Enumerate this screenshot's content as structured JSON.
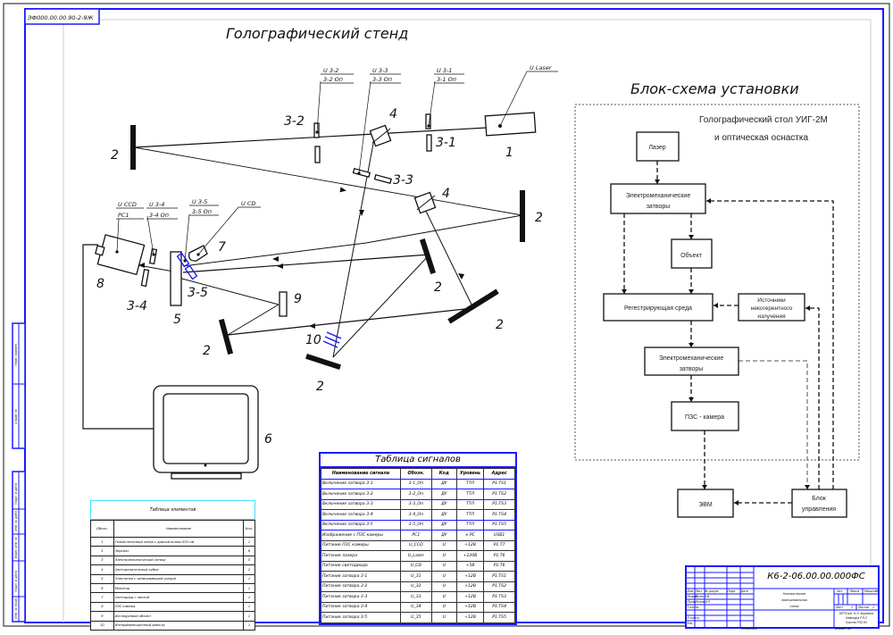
{
  "drawing": {
    "code_corner": "ЭФ000.00.00.90-2-9Ж",
    "left_title": "Голографический стенд",
    "right_title": "Блок-схема установки",
    "document_code": "К6-2-06.00.00.000ФС"
  },
  "stand": {
    "signal_labels": [
      {
        "top": "U 3-2",
        "bottom": "3-2 Оп"
      },
      {
        "top": "U 3-3",
        "bottom": "3-3 Оп"
      },
      {
        "top": "U 3-1",
        "bottom": "3-1 Оп"
      },
      {
        "top": "U Laser",
        "bottom": ""
      },
      {
        "top": "U CCD",
        "bottom": "PC1"
      },
      {
        "top": "U 3-4",
        "bottom": "3-4 Оп"
      },
      {
        "top": "U 3-5",
        "bottom": "3-5 Оп"
      },
      {
        "top": "U CD",
        "bottom": ""
      }
    ],
    "component_numbers": {
      "laser": "1",
      "mirror": "2",
      "shutter_1": "3-1",
      "shutter_2": "3-2",
      "shutter_3": "3-3",
      "shutter_4": "3-4",
      "shutter_5": "3-5",
      "splitter": "4",
      "recording_medium": "5",
      "monitor": "6",
      "led": "7",
      "ccd_camera": "8",
      "object": "9",
      "filter": "10"
    }
  },
  "block_diagram": {
    "table_title_line1": "Голографический стол УИГ-2М",
    "table_title_line2": "и оптическая оснастка",
    "blocks": {
      "laser": "Лазер",
      "shutters_top_1": "Электромеханические",
      "shutters_top_2": "затворы",
      "object": "Объект",
      "recording": "Регестрирующая среда",
      "incoherent_1": "Источники",
      "incoherent_2": "некогерентного",
      "incoherent_3": "излучения",
      "shutters_bottom_1": "Электромеханические",
      "shutters_bottom_2": "затворы",
      "ccd": "ПЗС - камера",
      "computer": "ЭВМ",
      "control_1": "Блок",
      "control_2": "управления"
    }
  },
  "signal_table": {
    "title": "Таблица сигналов",
    "headers": [
      "Наименование сигнала",
      "Обозн.",
      "Код",
      "Уровень",
      "Адрес"
    ],
    "rows": [
      [
        "Включение затвора 3-1",
        "3-1_Оп",
        "ДУ",
        "ТТЛ",
        "Р1.ТS1"
      ],
      [
        "Включение затвора 3-2",
        "3-2_Оп",
        "ДУ",
        "ТТЛ",
        "Р1.ТS2"
      ],
      [
        "Включение затвора 3-3",
        "3-3_Оп",
        "ДУ",
        "ТТЛ",
        "Р1.ТS3"
      ],
      [
        "Включение затвора 3-4",
        "3-4_Оп",
        "ДУ",
        "ТТЛ",
        "Р1.ТS4"
      ],
      [
        "Включение затвора 3-5",
        "3-5_Оп",
        "ДУ",
        "ТТЛ",
        "Р1.ТS5"
      ],
      [
        "Изображение с ПЗС камеры",
        "PC1",
        "ДУ",
        "к PC",
        "USB1"
      ],
      [
        "Питание ПЗС камеры",
        "U_CCD",
        "U",
        "+12В",
        "Р1.Т7"
      ],
      [
        "Питание лазера",
        "U_Laser",
        "U",
        "+220В",
        "Р1.Т6"
      ],
      [
        "Питание светодиода",
        "U_CD",
        "U",
        "+5В",
        "Р1.Т6"
      ],
      [
        "Питание затвора 3-1",
        "U_31",
        "U",
        "+12В",
        "Р1.ТS1"
      ],
      [
        "Питание затвора 3-2",
        "U_32",
        "U",
        "+12В",
        "Р1.ТS2"
      ],
      [
        "Питание затвора 3-3",
        "U_33",
        "U",
        "+12В",
        "Р1.ТS3"
      ],
      [
        "Питание затвора 3-4",
        "U_34",
        "U",
        "+12В",
        "Р1.ТS4"
      ],
      [
        "Питание затвора 3-5",
        "U_35",
        "U",
        "+12В",
        "Р1.ТS5"
      ]
    ]
  },
  "element_table": {
    "title": "Таблица элементов",
    "headers": [
      "Обозн.",
      "Наименование",
      "Кол."
    ],
    "rows": [
      [
        "1",
        "Гелий-неоновый лазер с длиной волны 633 нм",
        "1"
      ],
      [
        "2",
        "Зеркало",
        "6"
      ],
      [
        "3",
        "Электромеханический затвор",
        "5"
      ],
      [
        "4",
        "Светоделительный кубик",
        "2"
      ],
      [
        "5",
        "Пластинка с записывающей средой",
        "1"
      ],
      [
        "6",
        "Монитор",
        "1"
      ],
      [
        "7",
        "Светодиод с линзой",
        "1"
      ],
      [
        "8",
        "ПЗС камера",
        "1"
      ],
      [
        "9",
        "Исследуемый объект",
        "1"
      ],
      [
        "10",
        "Интерференционный фильтр",
        "1"
      ]
    ]
  },
  "stamp": {
    "code": "К6-2-06.00.00.000ФС",
    "name_line1": "Компьютерная",
    "name_line2": "принципиальная",
    "name_line3": "схема",
    "col_headers": [
      "Лит.",
      "Масса",
      "Масштаб"
    ],
    "sheet_label": "Лист",
    "sheet_value": "1",
    "sheets_label": "Листов",
    "sheets_value": "1",
    "org_line1": "МГТУ им. Н.Э. Баумана",
    "org_line2": "Кафедра РЛ-2",
    "org_line3": "Группа РЛ2-91",
    "rows_left": [
      [
        "Изм.",
        "Лист",
        "№ докум.",
        "Подп.",
        "Дата"
      ],
      [
        "Разраб.",
        "Гусев А.В.",
        "",
        "",
        ""
      ],
      [
        "Пров.",
        "Ионов А.Р.",
        "",
        "",
        ""
      ],
      [
        "Т.контр.",
        "",
        "",
        "",
        ""
      ],
      [
        "",
        "",
        "",
        "",
        ""
      ],
      [
        "Н.контр.",
        "",
        "",
        "",
        ""
      ],
      [
        "Утв.",
        "",
        "",
        "",
        ""
      ]
    ],
    "copied_label": "Копировал",
    "format_label": "Формат А3"
  },
  "side_strip": {
    "labels": [
      "Перв. примен.",
      "Справ. №",
      "Подп. и дата",
      "Инв. № дубл.",
      "Взам. инв. №",
      "Подп. и дата",
      "Инв. № подл."
    ]
  }
}
